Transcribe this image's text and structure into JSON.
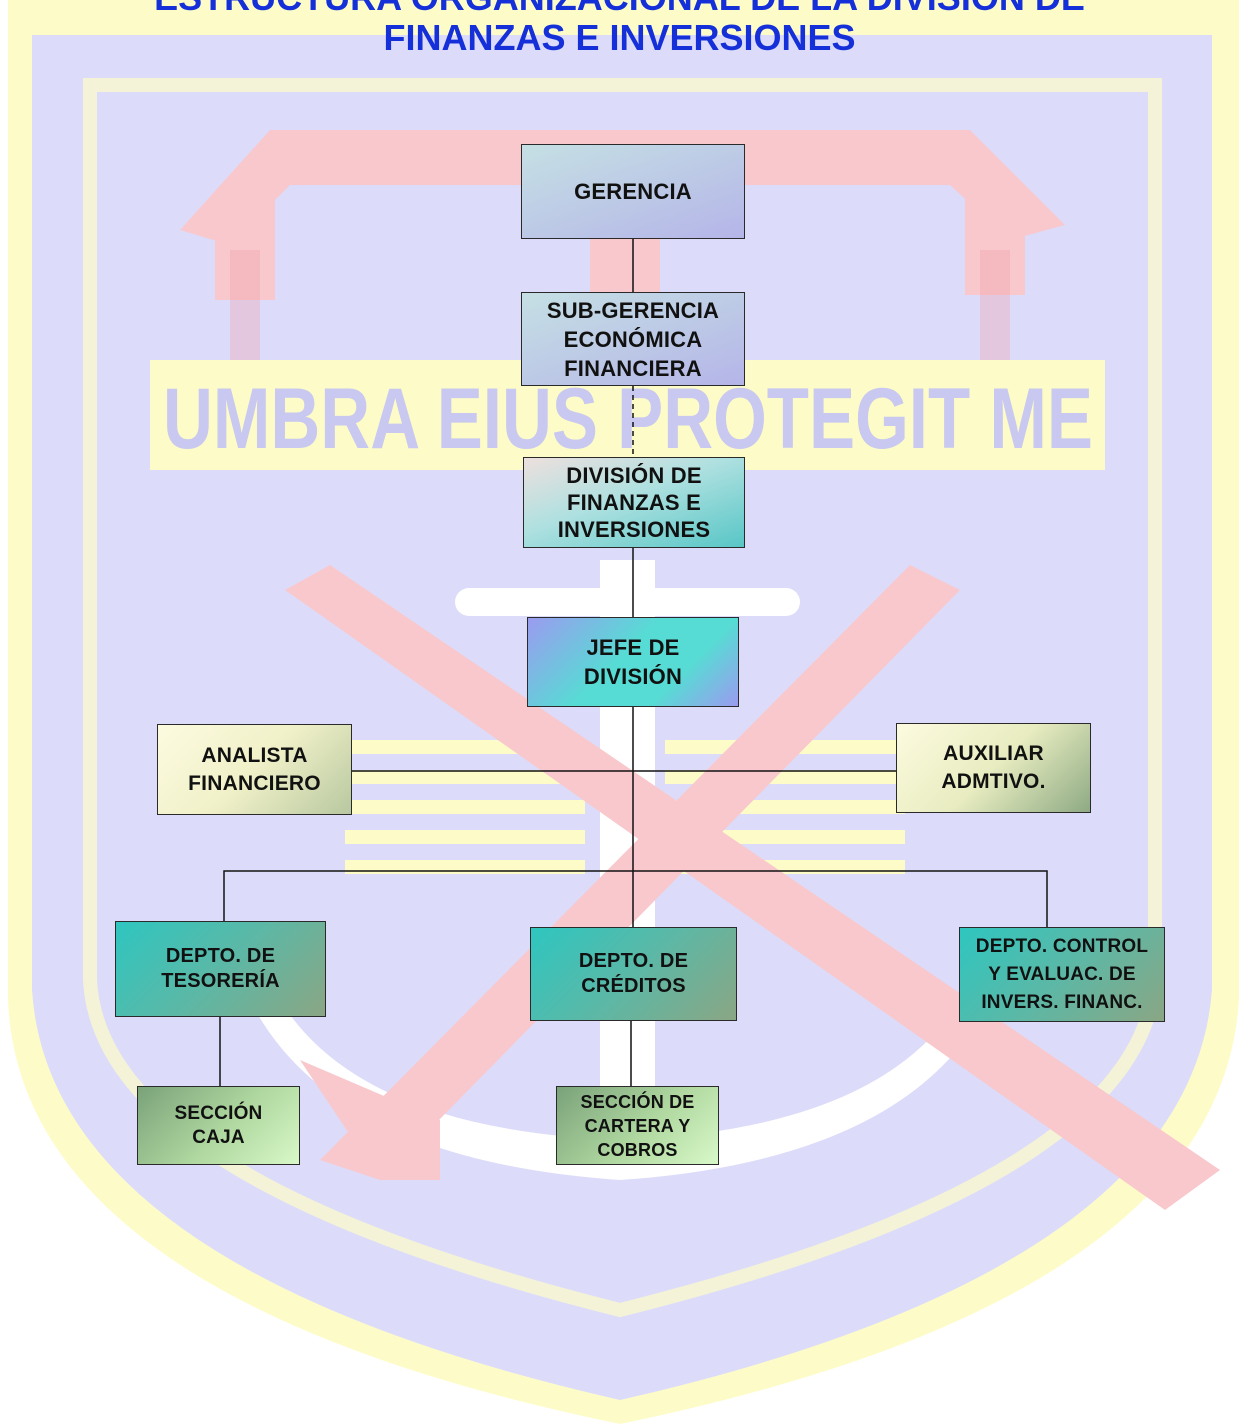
{
  "title": {
    "line1": "ESTRUCTURA ORGANIZACIONAL DE LA DIVISIÓN DE",
    "line2": "FINANZAS E INVERSIONES"
  },
  "watermark": {
    "motto": "UMBRA EIUS PROTEGIT ME"
  },
  "nodes": {
    "gerencia": "GERENCIA",
    "subgerencia": "SUB-GERENCIA\nECONÓMICA\nFINANCIERA",
    "division": "DIVISIÓN DE\nFINANZAS E\nINVERSIONES",
    "jefe": "JEFE DE\nDIVISIÓN",
    "analista": "ANALISTA\nFINANCIERO",
    "auxiliar": "AUXILIAR\nADMTIVO.",
    "tesoreria": "DEPTO. DE\nTESORERÍA",
    "creditos": "DEPTO. DE\nCRÉDITOS",
    "control": "DEPTO. CONTROL\nY EVALUAC. DE\nINVERS. FINANC.",
    "caja": "SECCIÓN\nCAJA",
    "cartera": "SECCIÓN DE\nCARTERA Y\nCOBROS"
  },
  "colors": {
    "title": "#1530d8",
    "shield_fill": "#dcdcfa",
    "shield_border": "#fdfcc8",
    "emblem_red": "#f8c8cc",
    "emblem_white": "#ffffff",
    "motto_fill": "#c8c8f0"
  }
}
